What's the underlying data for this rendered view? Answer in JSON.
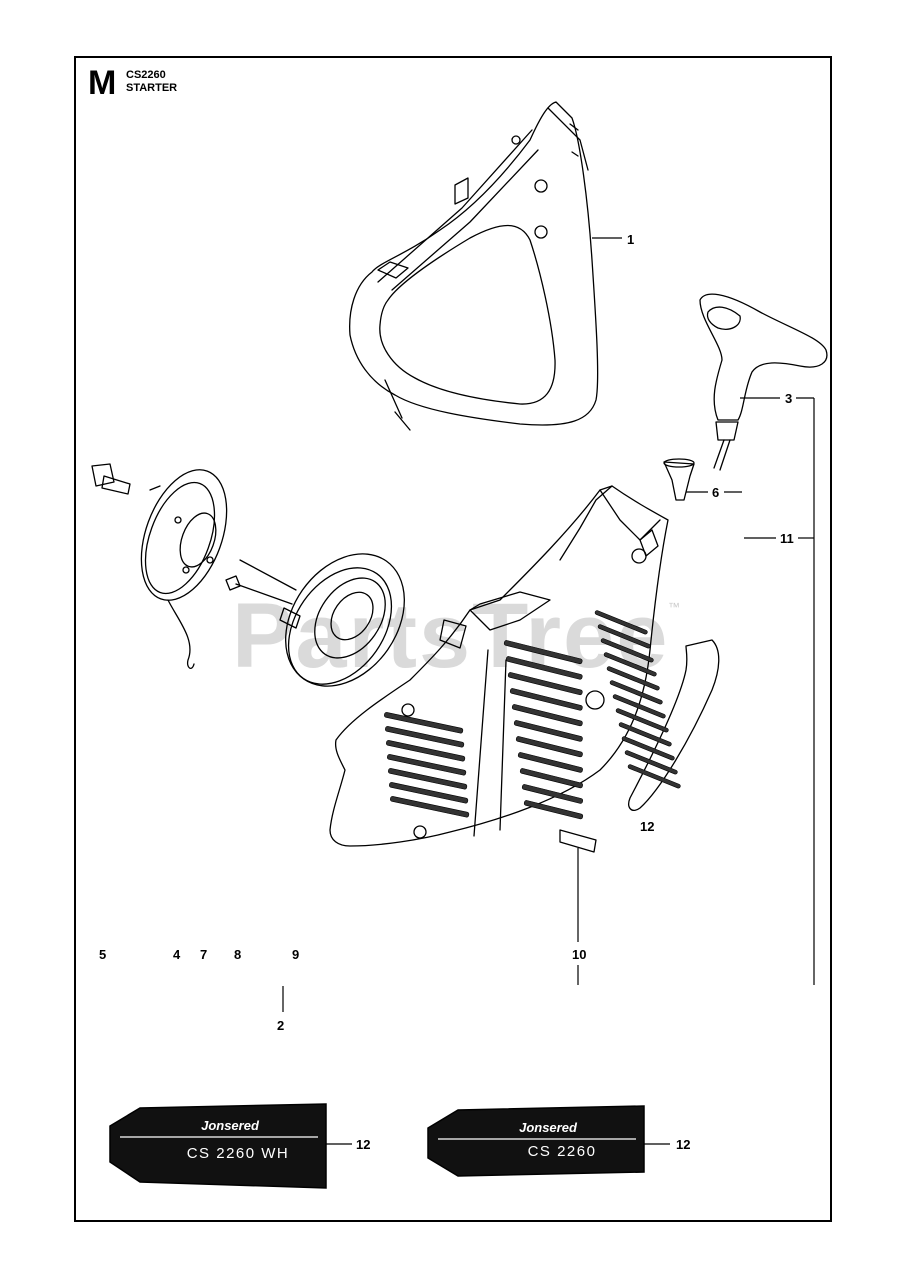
{
  "section": {
    "letter": "M",
    "model": "CS2260",
    "name": "STARTER"
  },
  "watermark": {
    "text": "PartsTree",
    "tm": "™"
  },
  "callouts": {
    "c1": "1",
    "c2": "2",
    "c3": "3",
    "c4": "4",
    "c5": "5",
    "c6": "6",
    "c7": "7",
    "c8": "8",
    "c9": "9",
    "c10": "10",
    "c11": "11",
    "c12a": "12",
    "c12b": "12",
    "c12c": "12"
  },
  "decals": [
    {
      "brand": "Jonsered",
      "model": "CS 2260 WH"
    },
    {
      "brand": "Jonsered",
      "model": "CS 2260"
    }
  ],
  "colors": {
    "line": "#000000",
    "decal": "#111111",
    "decal_text": "#ffffff",
    "watermark": "#9a9a9a"
  }
}
